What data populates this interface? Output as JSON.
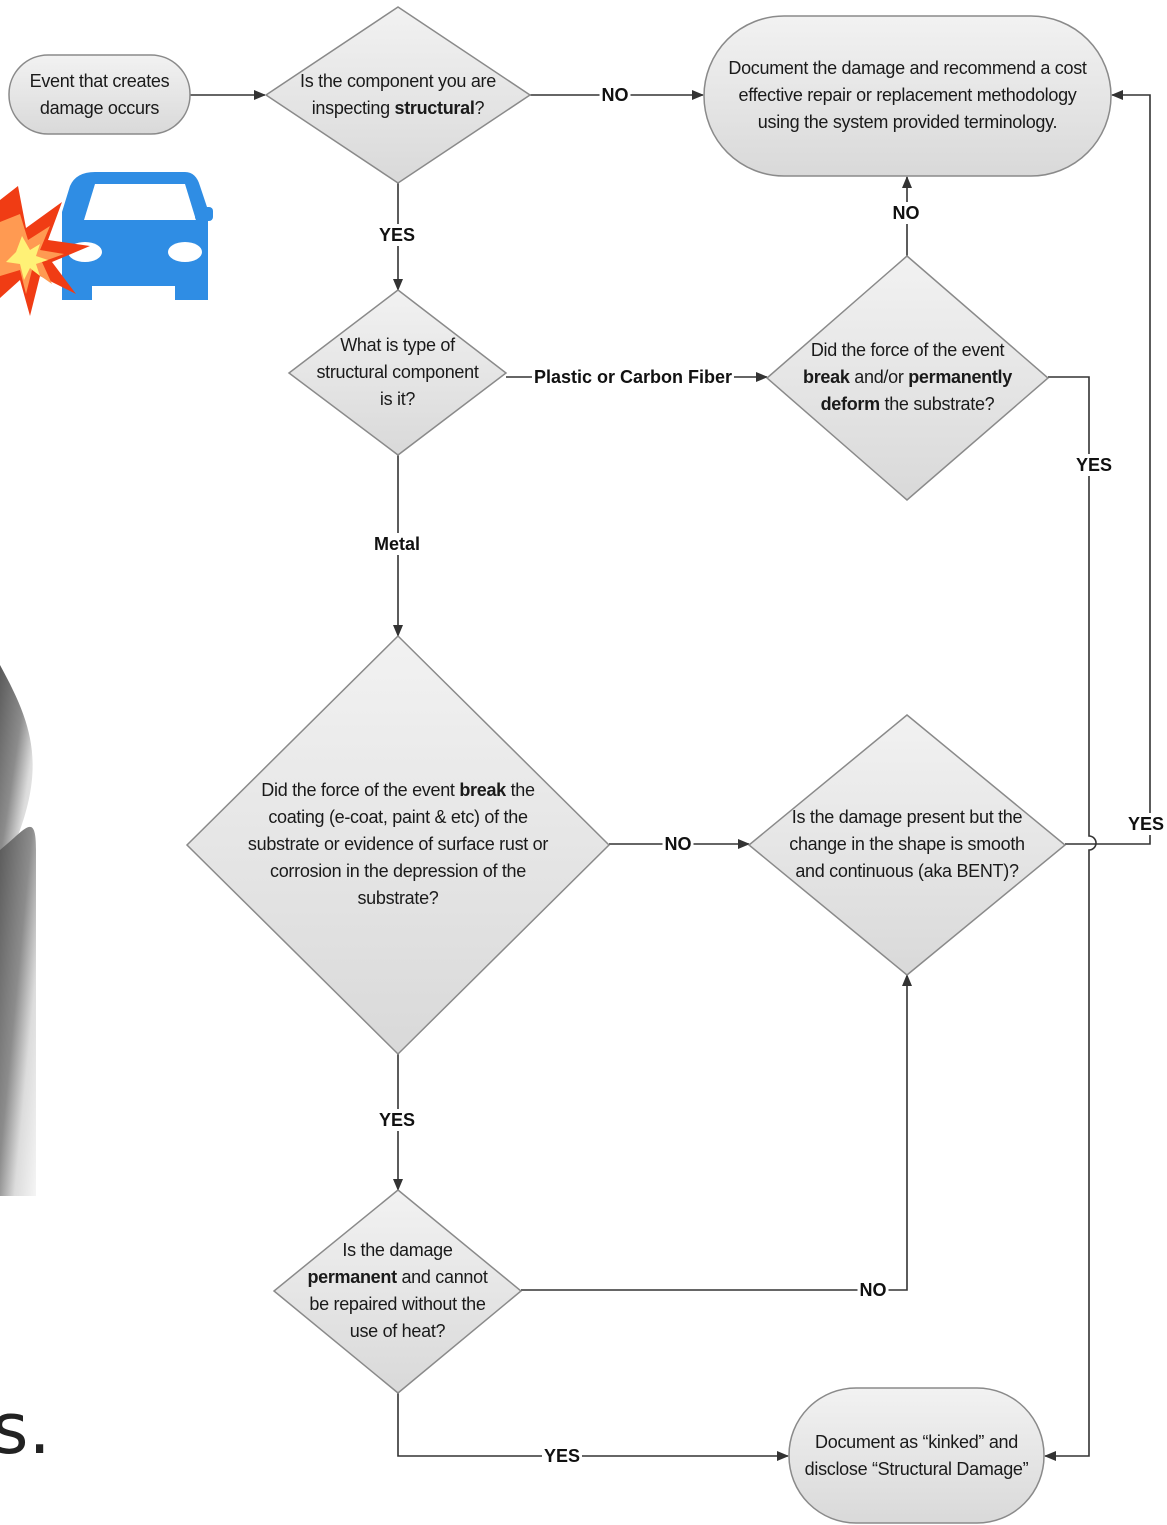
{
  "nodes": {
    "start": [
      "Event that creates",
      "damage occurs"
    ],
    "q_structural": [
      "Is the component you are",
      "inspecting **structural**?"
    ],
    "document_repair": [
      "Document the damage and recommend a cost",
      "effective repair or replacement methodology",
      "using the system provided terminology."
    ],
    "q_type": [
      "What is type of",
      "structural component",
      "is it?"
    ],
    "q_plastic_break": [
      "Did the force of the event",
      "**break** and/or **permanently**",
      "**deform** the substrate?"
    ],
    "q_metal_break": [
      "Did the force of the event **break** the",
      "coating (e-coat, paint & etc) of the",
      "substrate or evidence of surface rust or",
      "corrosion in the depression of the",
      "substrate?"
    ],
    "q_bent": [
      "Is the damage present but the",
      "change in the shape is smooth",
      "and continuous (aka BENT)?"
    ],
    "q_permanent": [
      "Is the damage",
      "**permanent** and cannot",
      "be repaired without the",
      "use of heat?"
    ],
    "document_kinked": [
      "Document as “kinked” and",
      "disclose “Structural Damage”"
    ]
  },
  "edge_labels": {
    "structural_no": "NO",
    "structural_yes": "YES",
    "plastic_no": "NO",
    "type_plastic": "Plastic or Carbon Fiber",
    "plastic_yes": "YES",
    "type_metal": "Metal",
    "metal_no": "NO",
    "bent_yes": "YES",
    "metal_yes": "YES",
    "permanent_no": "NO",
    "permanent_yes": "YES"
  },
  "partial_text": "s.",
  "colors": {
    "shape_fill": "#e3e3e3",
    "shape_stroke": "#8a8a8a",
    "line": "#333333",
    "car": "#2f8de4",
    "burst_outer": "#f03c14",
    "burst_mid": "#ff9a52",
    "burst_inner": "#fff176"
  },
  "icons": [
    "car-crash-icon"
  ]
}
